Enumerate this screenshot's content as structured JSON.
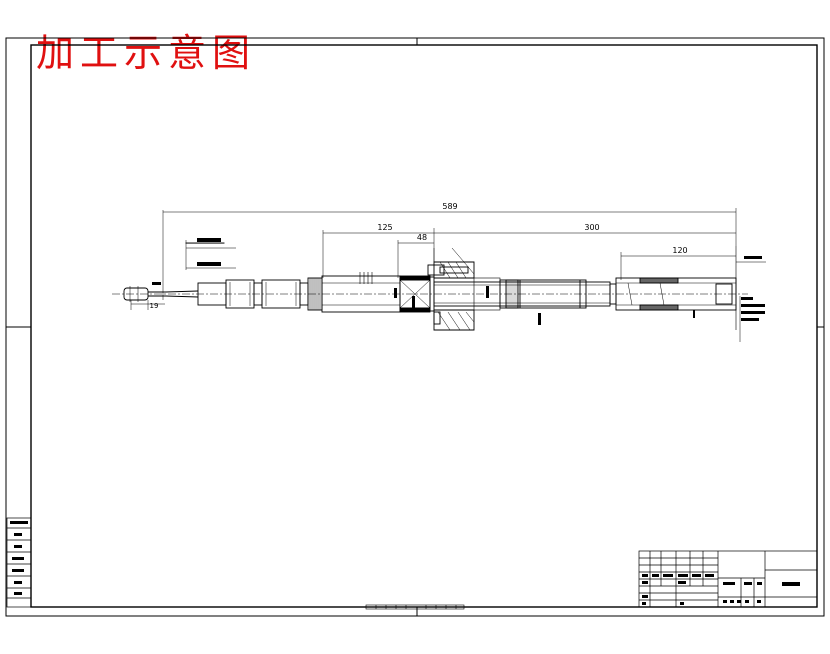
{
  "drawing_title": "加工示意图",
  "dimensions": {
    "overall": "589",
    "d125": "125",
    "d48": "48",
    "d300": "300",
    "d120": "120",
    "d19": "19"
  },
  "colors": {
    "line": "#000000",
    "title": "#e01010",
    "paper": "#ffffff"
  }
}
